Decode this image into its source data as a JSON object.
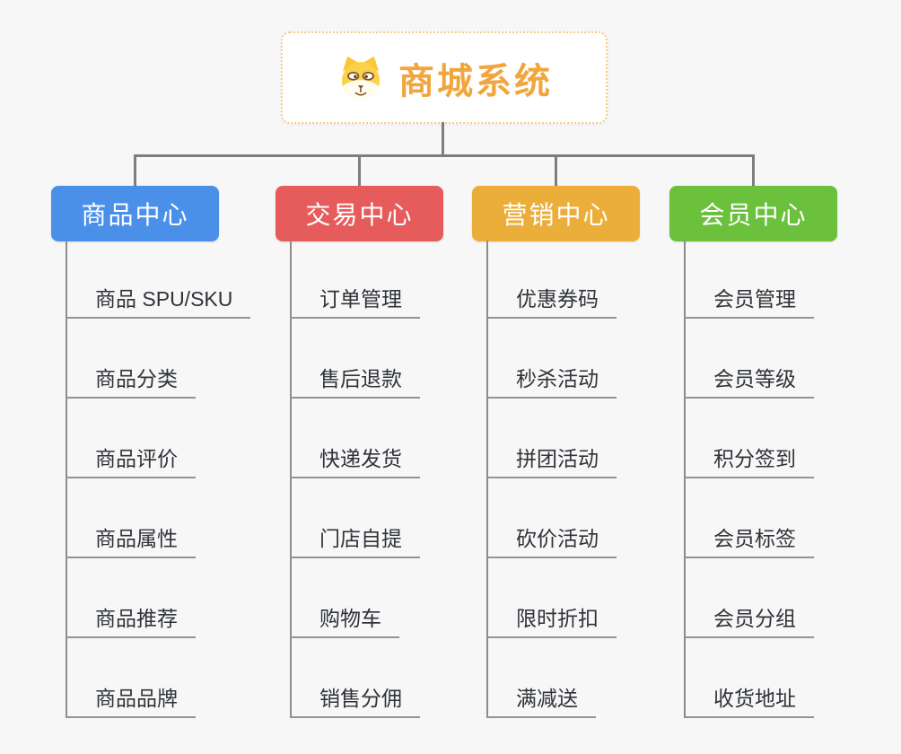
{
  "root": {
    "title": "商城系统",
    "icon": "shiba-dog-icon",
    "title_color": "#F0A63C",
    "border_color": "#F6CB87"
  },
  "branches": [
    {
      "label": "商品中心",
      "color": "#4B90E8",
      "items": [
        {
          "label": "商品 SPU/SKU"
        },
        {
          "label": "商品分类"
        },
        {
          "label": "商品评价"
        },
        {
          "label": "商品属性"
        },
        {
          "label": "商品推荐"
        },
        {
          "label": "商品品牌"
        }
      ]
    },
    {
      "label": "交易中心",
      "color": "#E65C5C",
      "items": [
        {
          "label": "订单管理"
        },
        {
          "label": "售后退款"
        },
        {
          "label": "快递发货"
        },
        {
          "label": "门店自提"
        },
        {
          "label": "购物车"
        },
        {
          "label": "销售分佣"
        }
      ]
    },
    {
      "label": "营销中心",
      "color": "#EBAE3B",
      "items": [
        {
          "label": "优惠券码"
        },
        {
          "label": "秒杀活动"
        },
        {
          "label": "拼团活动"
        },
        {
          "label": "砍价活动"
        },
        {
          "label": "限时折扣"
        },
        {
          "label": "满减送"
        }
      ]
    },
    {
      "label": "会员中心",
      "color": "#6BC13B",
      "items": [
        {
          "label": "会员管理"
        },
        {
          "label": "会员等级"
        },
        {
          "label": "积分签到"
        },
        {
          "label": "会员标签"
        },
        {
          "label": "会员分组"
        },
        {
          "label": "收货地址"
        }
      ]
    }
  ],
  "colors": {
    "background": "#F7F7F7",
    "connector": "#7E7E7E",
    "spine": "#8C8C8C",
    "underline": "#939393",
    "leaf_text": "#2F3338"
  }
}
